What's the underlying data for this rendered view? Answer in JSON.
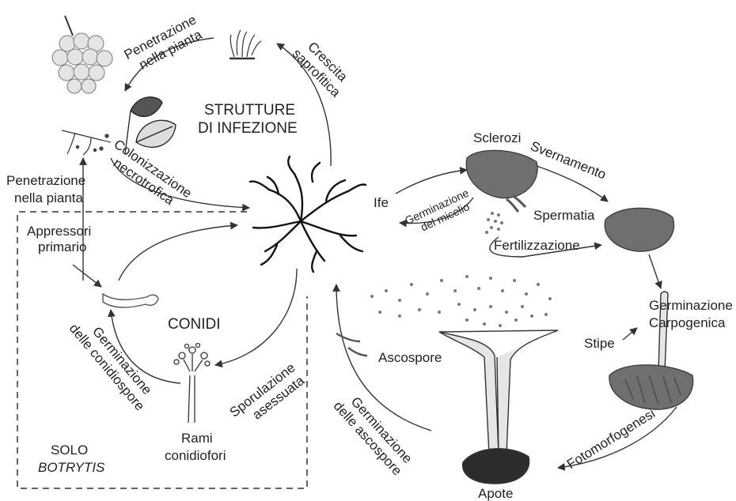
{
  "labels": {
    "strutture_1": "STRUTTURE",
    "strutture_2": "DI INFEZIONE",
    "penetrazione_top_1": "Penetrazione",
    "penetrazione_top_2": "nella pianta",
    "crescita_1": "Crescita",
    "crescita_2": "saprofitica",
    "colonizzazione_1": "Colonizzazione",
    "colonizzazione_2": "necrotrofica",
    "penetrazione_left_1": "Penetrazione",
    "penetrazione_left_2": "nella pianta",
    "appressori_1": "Appressori",
    "appressori_2": "primario",
    "ife": "Ife",
    "germ_micelio_1": "Germinazione",
    "germ_micelio_2": "del micelio",
    "sclerozi": "Sclerozi",
    "svernamento": "Svernamento",
    "spermatia": "Spermatia",
    "fertilizzazione": "Fertilizzazione",
    "germ_carpo_1": "Germinazione",
    "germ_carpo_2": "Carpogenica",
    "stipe": "Stipe",
    "ascospore": "Ascospore",
    "conidi": "CONIDI",
    "germ_conidiospore_1": "Germinazione",
    "germ_conidiospore_2": "delle conidiospore",
    "sporulazione_1": "Sporulazione",
    "sporulazione_2": "asessuata",
    "rami_1": "Rami",
    "rami_2": "conidiofori",
    "solo": "SOLO",
    "botrytis": "BOTRYTIS",
    "germ_ascospore_1": "Germinazione",
    "germ_ascospore_2": "delle ascospore",
    "fotomorfogenesi": "Fotomorfogenesi",
    "apote": "Apote"
  },
  "colors": {
    "ink": "#222222",
    "sclerotium": "#6f6f6f",
    "apothecium": "#2c2c2c",
    "stipe_fill": "#e6e6e6",
    "spore": "#7a7a7a"
  },
  "icons": [
    "grape-cluster-icon",
    "leaf-icon",
    "twig-icon",
    "saprophyte-tuft-icon",
    "mycelium-icon",
    "sclerotium-icon",
    "spermatia-icon",
    "appressorium-icon",
    "conidiophore-icon",
    "ascospore-icon",
    "apothecium-icon",
    "stipe-icon"
  ]
}
